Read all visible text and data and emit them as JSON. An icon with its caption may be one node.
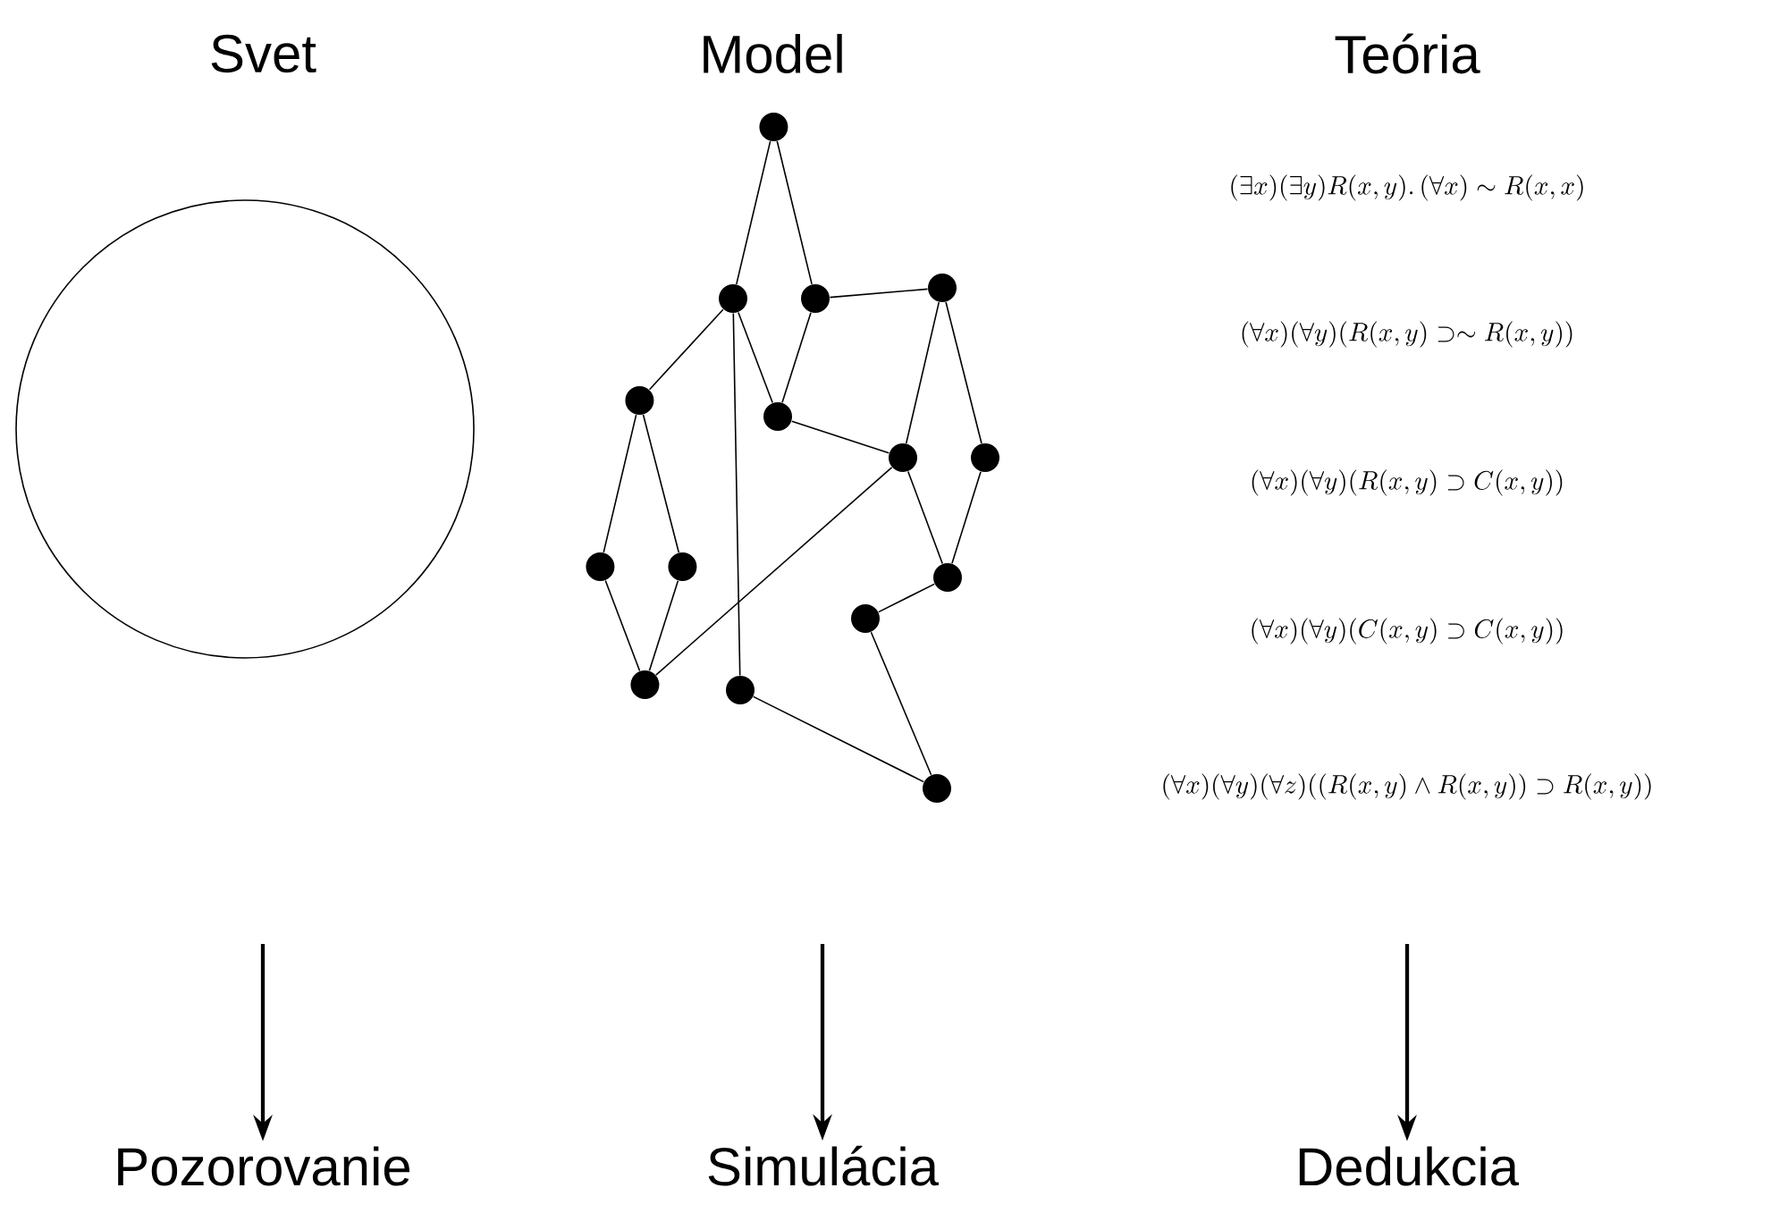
{
  "diagram": {
    "nodes": [
      {
        "text": [],
        "shape": "circle"
      },
      {
        "text": [],
        "shape": "circle"
      },
      {
        "text": [],
        "shape": "circle"
      },
      {
        "text": [],
        "shape": "circle"
      },
      {
        "text": [],
        "shape": "circle"
      },
      {
        "text": [],
        "shape": "circle"
      },
      {
        "text": [],
        "shape": "circle"
      },
      {
        "text": [],
        "shape": "circle"
      },
      {
        "text": [],
        "shape": "circle"
      },
      {
        "text": [],
        "shape": "circle"
      },
      {
        "text": [],
        "shape": "circle"
      },
      {
        "text": [],
        "shape": "circle"
      },
      {
        "text": [],
        "shape": "circle"
      },
      {
        "text": [],
        "shape": "circle"
      },
      {
        "text": [],
        "shape": "circle"
      },
      {
        "text": [],
        "shape": "circle"
      },
      {
        "text": [
          "Pozorovanie"
        ]
      },
      {
        "text": [
          "Simulácia"
        ]
      },
      {
        "text": [
          "Dedukcia"
        ]
      }
    ],
    "edges": [
      {
        "from": null,
        "to": 16,
        "arrow": "to"
      },
      {
        "from": null,
        "to": 17,
        "arrow": "to"
      },
      {
        "from": null,
        "to": 18,
        "arrow": "to"
      },
      {
        "from": 1,
        "to": 2,
        "arrow": "none"
      },
      {
        "from": 1,
        "to": 3,
        "arrow": "none"
      },
      {
        "from": 2,
        "to": 5,
        "arrow": "none"
      },
      {
        "from": 2,
        "to": 6,
        "arrow": "none"
      },
      {
        "from": 2,
        "to": 14,
        "arrow": "none"
      },
      {
        "from": 3,
        "to": 6,
        "arrow": "none"
      },
      {
        "from": 3,
        "to": 4,
        "arrow": "none"
      },
      {
        "from": 4,
        "to": 7,
        "arrow": "none"
      },
      {
        "from": 4,
        "to": 8,
        "arrow": "none"
      },
      {
        "from": 6,
        "to": 7,
        "arrow": "none"
      },
      {
        "from": 7,
        "to": 13,
        "arrow": "none"
      },
      {
        "from": 7,
        "to": 11,
        "arrow": "none"
      },
      {
        "from": 8,
        "to": 11,
        "arrow": "none"
      },
      {
        "from": 5,
        "to": 9,
        "arrow": "none"
      },
      {
        "from": 5,
        "to": 10,
        "arrow": "none"
      },
      {
        "from": 9,
        "to": 13,
        "arrow": "none"
      },
      {
        "from": 10,
        "to": 13,
        "arrow": "none"
      },
      {
        "from": 11,
        "to": 12,
        "arrow": "none"
      },
      {
        "from": 12,
        "to": 15,
        "arrow": "none"
      },
      {
        "from": 14,
        "to": 15,
        "arrow": "none"
      }
    ],
    "labels": [
      "Svet",
      "Model",
      "Teória",
      "(\\exists x)(\\exists y)R(x,y).\\,(\\forall x)\\sim R(x,x)",
      "(\\forall x)(\\forall y)(R(x,y)\\supset\\sim R(x,y))",
      "(\\forall x)(\\forall y)(R(x,y)\\supset C(x,y))",
      "(\\forall x)(\\forall y)(C(x,y)\\supset C(x,y))",
      "(\\forall x)(\\forall y)(\\forall z)((R(x,y)\\wedge R(x,y))\\supset R(x,y))"
    ]
  }
}
